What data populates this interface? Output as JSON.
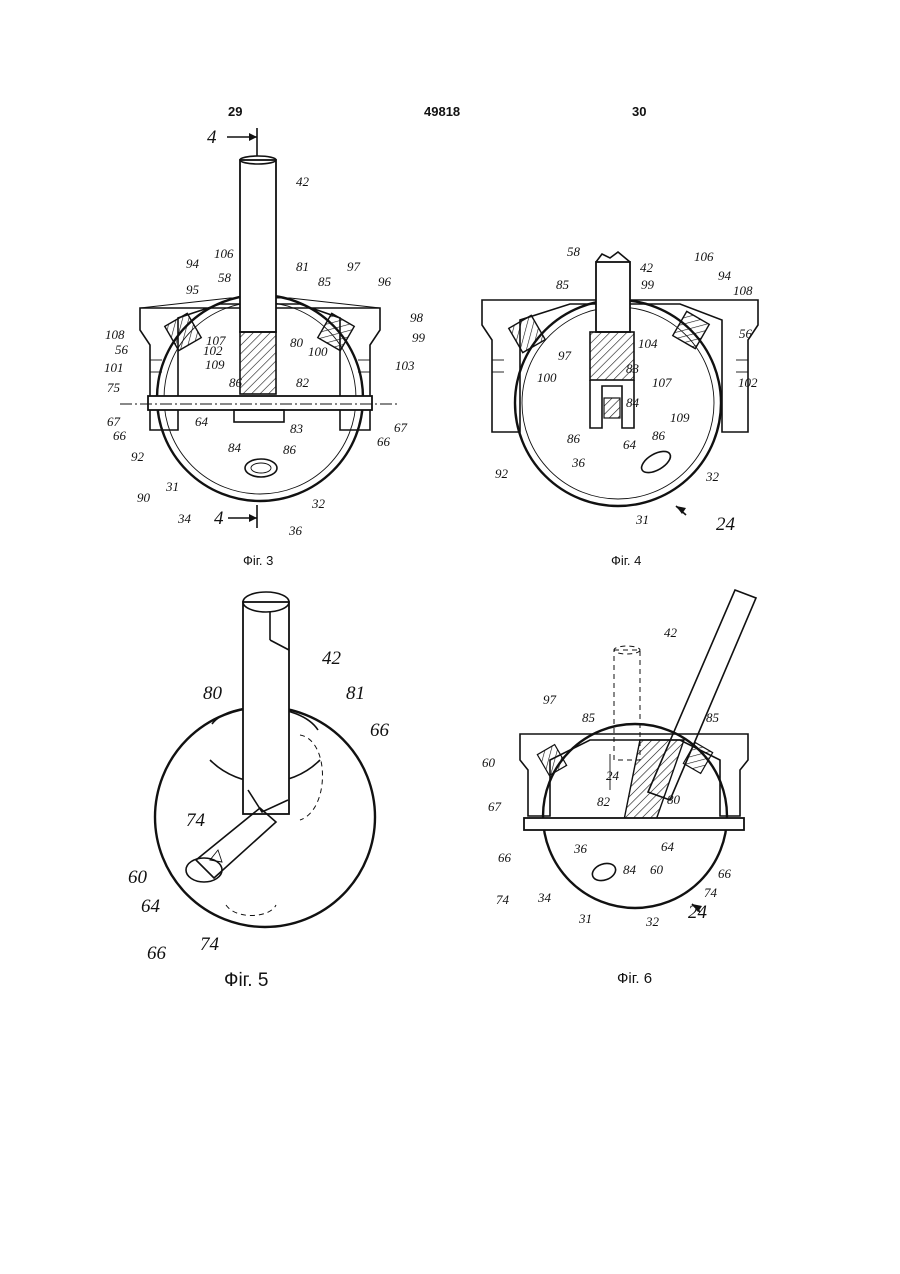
{
  "header": {
    "left": "29",
    "center": "49818",
    "right": "30"
  },
  "captions": {
    "fig3": "Фіг. 3",
    "fig4": "Фіг. 4",
    "fig5": "Фіг. 5",
    "fig6": "Фіг. 6"
  },
  "fig3": {
    "section_mark": "4",
    "labels": [
      "42",
      "94",
      "106",
      "81",
      "85",
      "97",
      "96",
      "95",
      "58",
      "98",
      "99",
      "108",
      "107",
      "80",
      "56",
      "102",
      "100",
      "101",
      "109",
      "103",
      "86",
      "82",
      "75",
      "67",
      "64",
      "83",
      "67",
      "66",
      "84",
      "86",
      "66",
      "92",
      "90",
      "31",
      "34",
      "32",
      "4",
      "36"
    ]
  },
  "fig4": {
    "labels": [
      "58",
      "42",
      "106",
      "85",
      "99",
      "94",
      "108",
      "56",
      "97",
      "104",
      "100",
      "83",
      "107",
      "102",
      "84",
      "109",
      "86",
      "64",
      "86",
      "92",
      "36",
      "32",
      "31",
      "24"
    ]
  },
  "fig5": {
    "labels": [
      "42",
      "80",
      "81",
      "66",
      "74",
      "60",
      "64",
      "66",
      "74"
    ]
  },
  "fig6": {
    "labels": [
      "42",
      "97",
      "85",
      "85",
      "60",
      "24",
      "82",
      "80",
      "67",
      "36",
      "64",
      "66",
      "84",
      "60",
      "66",
      "74",
      "34",
      "74",
      "31",
      "32",
      "24"
    ]
  }
}
